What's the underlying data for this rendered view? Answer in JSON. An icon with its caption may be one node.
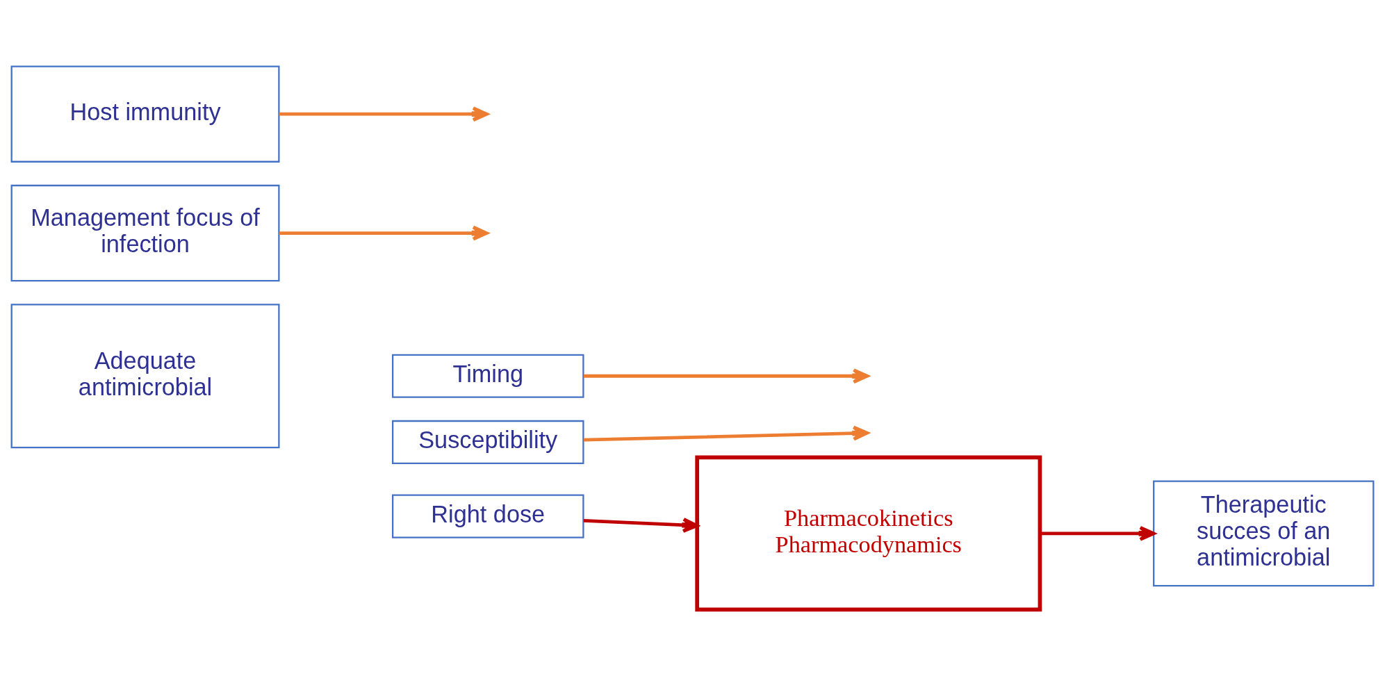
{
  "diagram": {
    "nodes": [
      {
        "text": [
          "Host immunity"
        ]
      },
      {
        "text": [
          "Management focus of infection"
        ]
      },
      {
        "text": [
          "Adequate antimicrobial"
        ]
      },
      {
        "text": [
          "Timing"
        ]
      },
      {
        "text": [
          "Susceptibility"
        ]
      },
      {
        "text": [
          "Right dose"
        ]
      },
      {
        "text": [
          "Therapeutic succes of an antimicrobial"
        ]
      },
      {
        "text": [
          "Pharmacokinetics Pharmacodynamics"
        ]
      }
    ],
    "edges": [
      {
        "from": 0,
        "to": null,
        "arrow": "to"
      },
      {
        "from": 1,
        "to": null,
        "arrow": "to"
      },
      {
        "from": 3,
        "to": null,
        "arrow": "to"
      },
      {
        "from": 4,
        "to": null,
        "arrow": "to"
      },
      {
        "from": 5,
        "to": 7,
        "arrow": "to",
        "color": "#c00000"
      },
      {
        "from": 7,
        "to": 6,
        "arrow": "to",
        "color": "#c00000"
      }
    ]
  }
}
